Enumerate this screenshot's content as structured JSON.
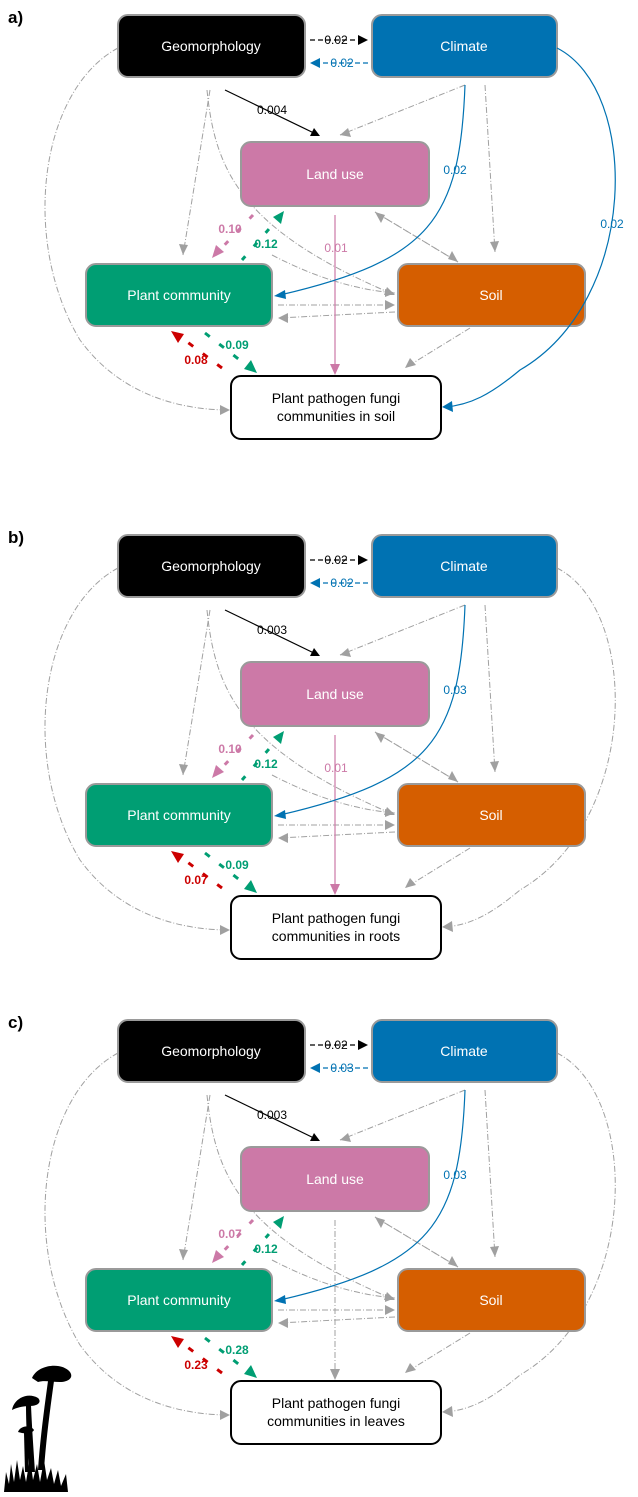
{
  "colors": {
    "geomorphology": "#000000",
    "climate": "#0072b2",
    "land_use": "#cc79a7",
    "plant_community": "#009e73",
    "soil": "#d55e00",
    "pathogen_effect": "#cc0000",
    "nonsignificant": "#a0a0a0"
  },
  "nodes": {
    "geomorphology": "Geomorphology",
    "climate": "Climate",
    "land_use": "Land use",
    "plant_community": "Plant community",
    "soil": "Soil"
  },
  "panels": [
    {
      "label": "a)",
      "target_line1": "Plant pathogen fungi",
      "target_line2": "communities in soil",
      "geo_to_climate": "0.02",
      "climate_to_geo": "0.02",
      "geo_to_landuse": "0.004",
      "landuse_to_plant": "0.10",
      "plant_to_landuse": "0.12",
      "landuse_to_target": "0.01",
      "climate_to_plant": "0.02",
      "climate_to_target": "0.02",
      "plant_to_target": "0.09",
      "target_to_plant": "0.08"
    },
    {
      "label": "b)",
      "target_line1": "Plant pathogen fungi",
      "target_line2": "communities in roots",
      "geo_to_climate": "0.02",
      "climate_to_geo": "0.02",
      "geo_to_landuse": "0.003",
      "landuse_to_plant": "0.10",
      "plant_to_landuse": "0.12",
      "landuse_to_target": "0.01",
      "climate_to_plant": "0.03",
      "climate_to_target": "",
      "plant_to_target": "0.09",
      "target_to_plant": "0.07"
    },
    {
      "label": "c)",
      "target_line1": "Plant pathogen fungi",
      "target_line2": "communities in leaves",
      "geo_to_climate": "0.02",
      "climate_to_geo": "0.03",
      "geo_to_landuse": "0.003",
      "landuse_to_plant": "0.07",
      "plant_to_landuse": "0.12",
      "landuse_to_target": "",
      "climate_to_plant": "0.03",
      "climate_to_target": "",
      "plant_to_target": "0.28",
      "target_to_plant": "0.23"
    }
  ]
}
